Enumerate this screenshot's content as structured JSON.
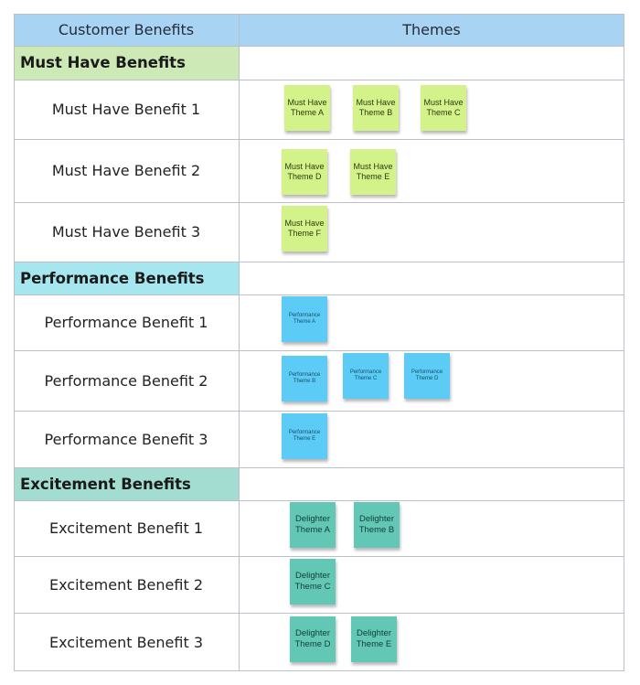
{
  "header": {
    "col1": "Customer Benefits",
    "col2": "Themes"
  },
  "sections": [
    {
      "title": "Must Have Benefits",
      "color": "#cde9b6",
      "note_color": "#d4f28a",
      "rows": [
        {
          "label": "Must Have Benefit 1",
          "notes": [
            "Must Have Theme A",
            "Must Have Theme B",
            "Must Have Theme C"
          ]
        },
        {
          "label": "Must Have Benefit 2",
          "notes": [
            "Must Have Theme D",
            "Must Have Theme E"
          ]
        },
        {
          "label": "Must Have Benefit 3",
          "notes": [
            "Must Have Theme F"
          ]
        }
      ]
    },
    {
      "title": "Performance Benefits",
      "color": "#a6e6ee",
      "note_color": "#5ccbf5",
      "rows": [
        {
          "label": "Performance Benefit 1",
          "notes": [
            "Performance Theme A"
          ]
        },
        {
          "label": "Performance Benefit 2",
          "notes": [
            "Performance Theme B",
            "Performance Theme C",
            "Performance Theme D"
          ]
        },
        {
          "label": "Performance Benefit 3",
          "notes": [
            "Performance Theme E"
          ]
        }
      ]
    },
    {
      "title": "Excitement Benefits",
      "color": "#a3dcd0",
      "note_color": "#63c7b5",
      "rows": [
        {
          "label": "Excitement Benefit 1",
          "notes": [
            "Delighter Theme A",
            "Delighter Theme B"
          ]
        },
        {
          "label": "Excitement Benefit 2",
          "notes": [
            "Delighter Theme C"
          ]
        },
        {
          "label": "Excitement Benefit 3",
          "notes": [
            "Delighter Theme D",
            "Delighter Theme E"
          ]
        }
      ]
    }
  ]
}
